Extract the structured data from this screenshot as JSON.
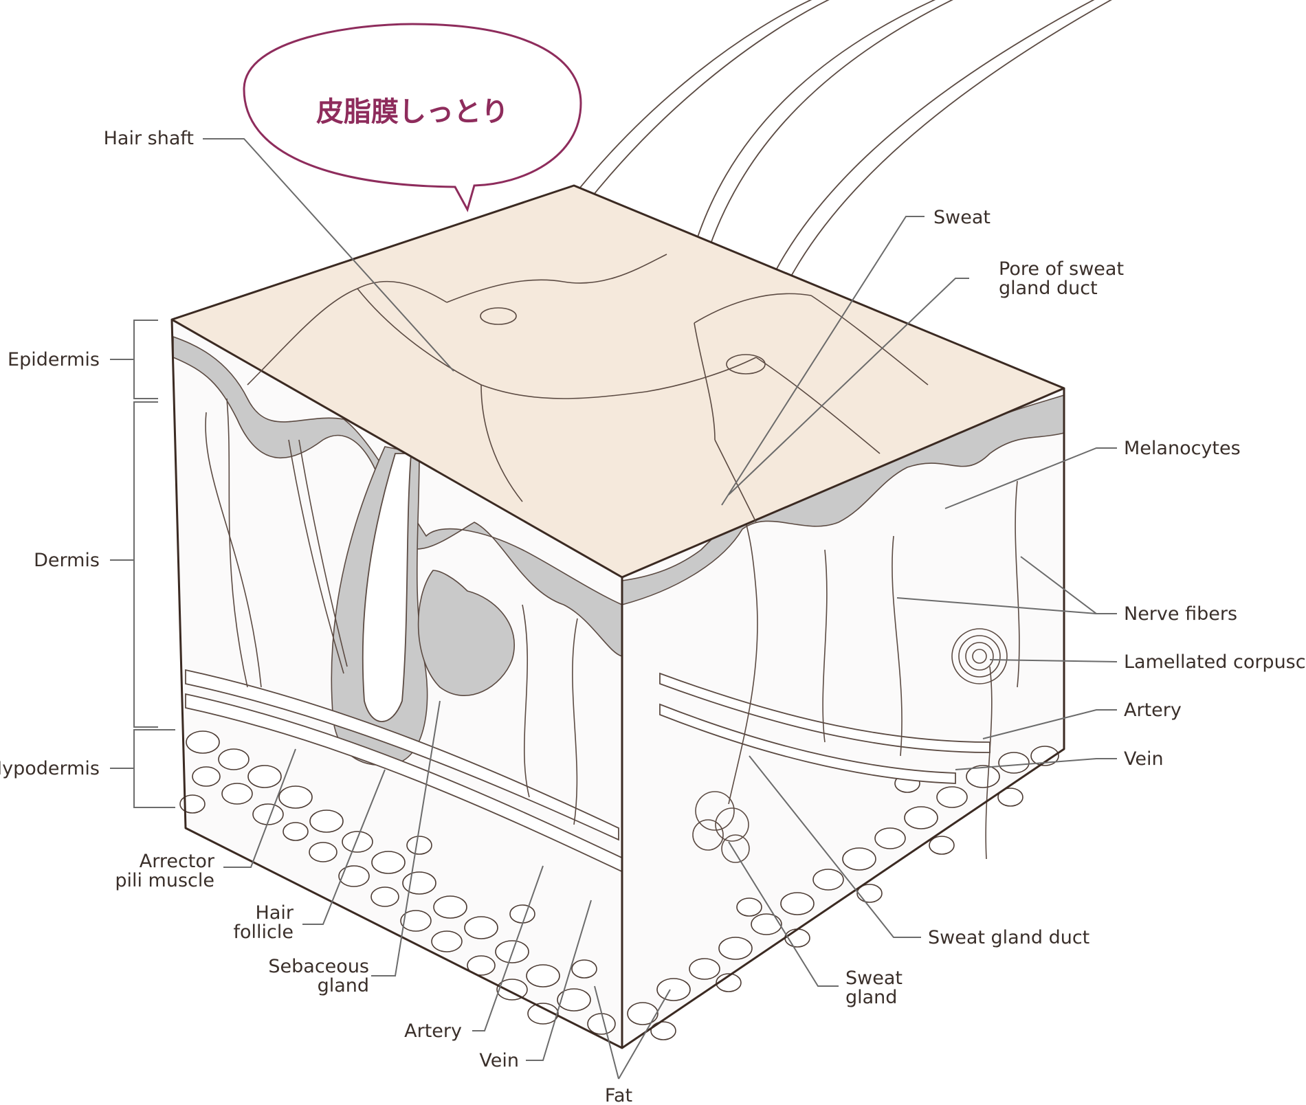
{
  "bubble": {
    "text": "皮脂膜しっとり",
    "stroke_color": "#8e2c5c",
    "text_color": "#8e2c5c"
  },
  "colors": {
    "skin_surface": "#f5e9dc",
    "outline": "#3b2a22",
    "grey_layer": "#c9c9c9",
    "leader": "#6b6b6b"
  },
  "layers": {
    "epidermis": "Epidermis",
    "dermis": "Dermis",
    "hypodermis": "Hypodermis"
  },
  "labels": {
    "hair_shaft": "Hair shaft",
    "sweat": "Sweat",
    "pore_line1": "Pore of sweat",
    "pore_line2": "gland duct",
    "melanocytes": "Melanocytes",
    "nerve_fibers": "Nerve fibers",
    "lamellated_corpuscle": "Lamellated corpuscle",
    "artery_right": "Artery",
    "vein_right": "Vein",
    "arrector_line1": "Arrector",
    "arrector_line2": "pili muscle",
    "hair_follicle_line1": "Hair",
    "hair_follicle_line2": "follicle",
    "sebaceous_line1": "Sebaceous",
    "sebaceous_line2": "gland",
    "artery_bottom": "Artery",
    "vein_bottom": "Vein",
    "fat": "Fat",
    "sweat_gland_duct": "Sweat gland duct",
    "sweat_gland_line1": "Sweat",
    "sweat_gland_line2": "gland"
  }
}
